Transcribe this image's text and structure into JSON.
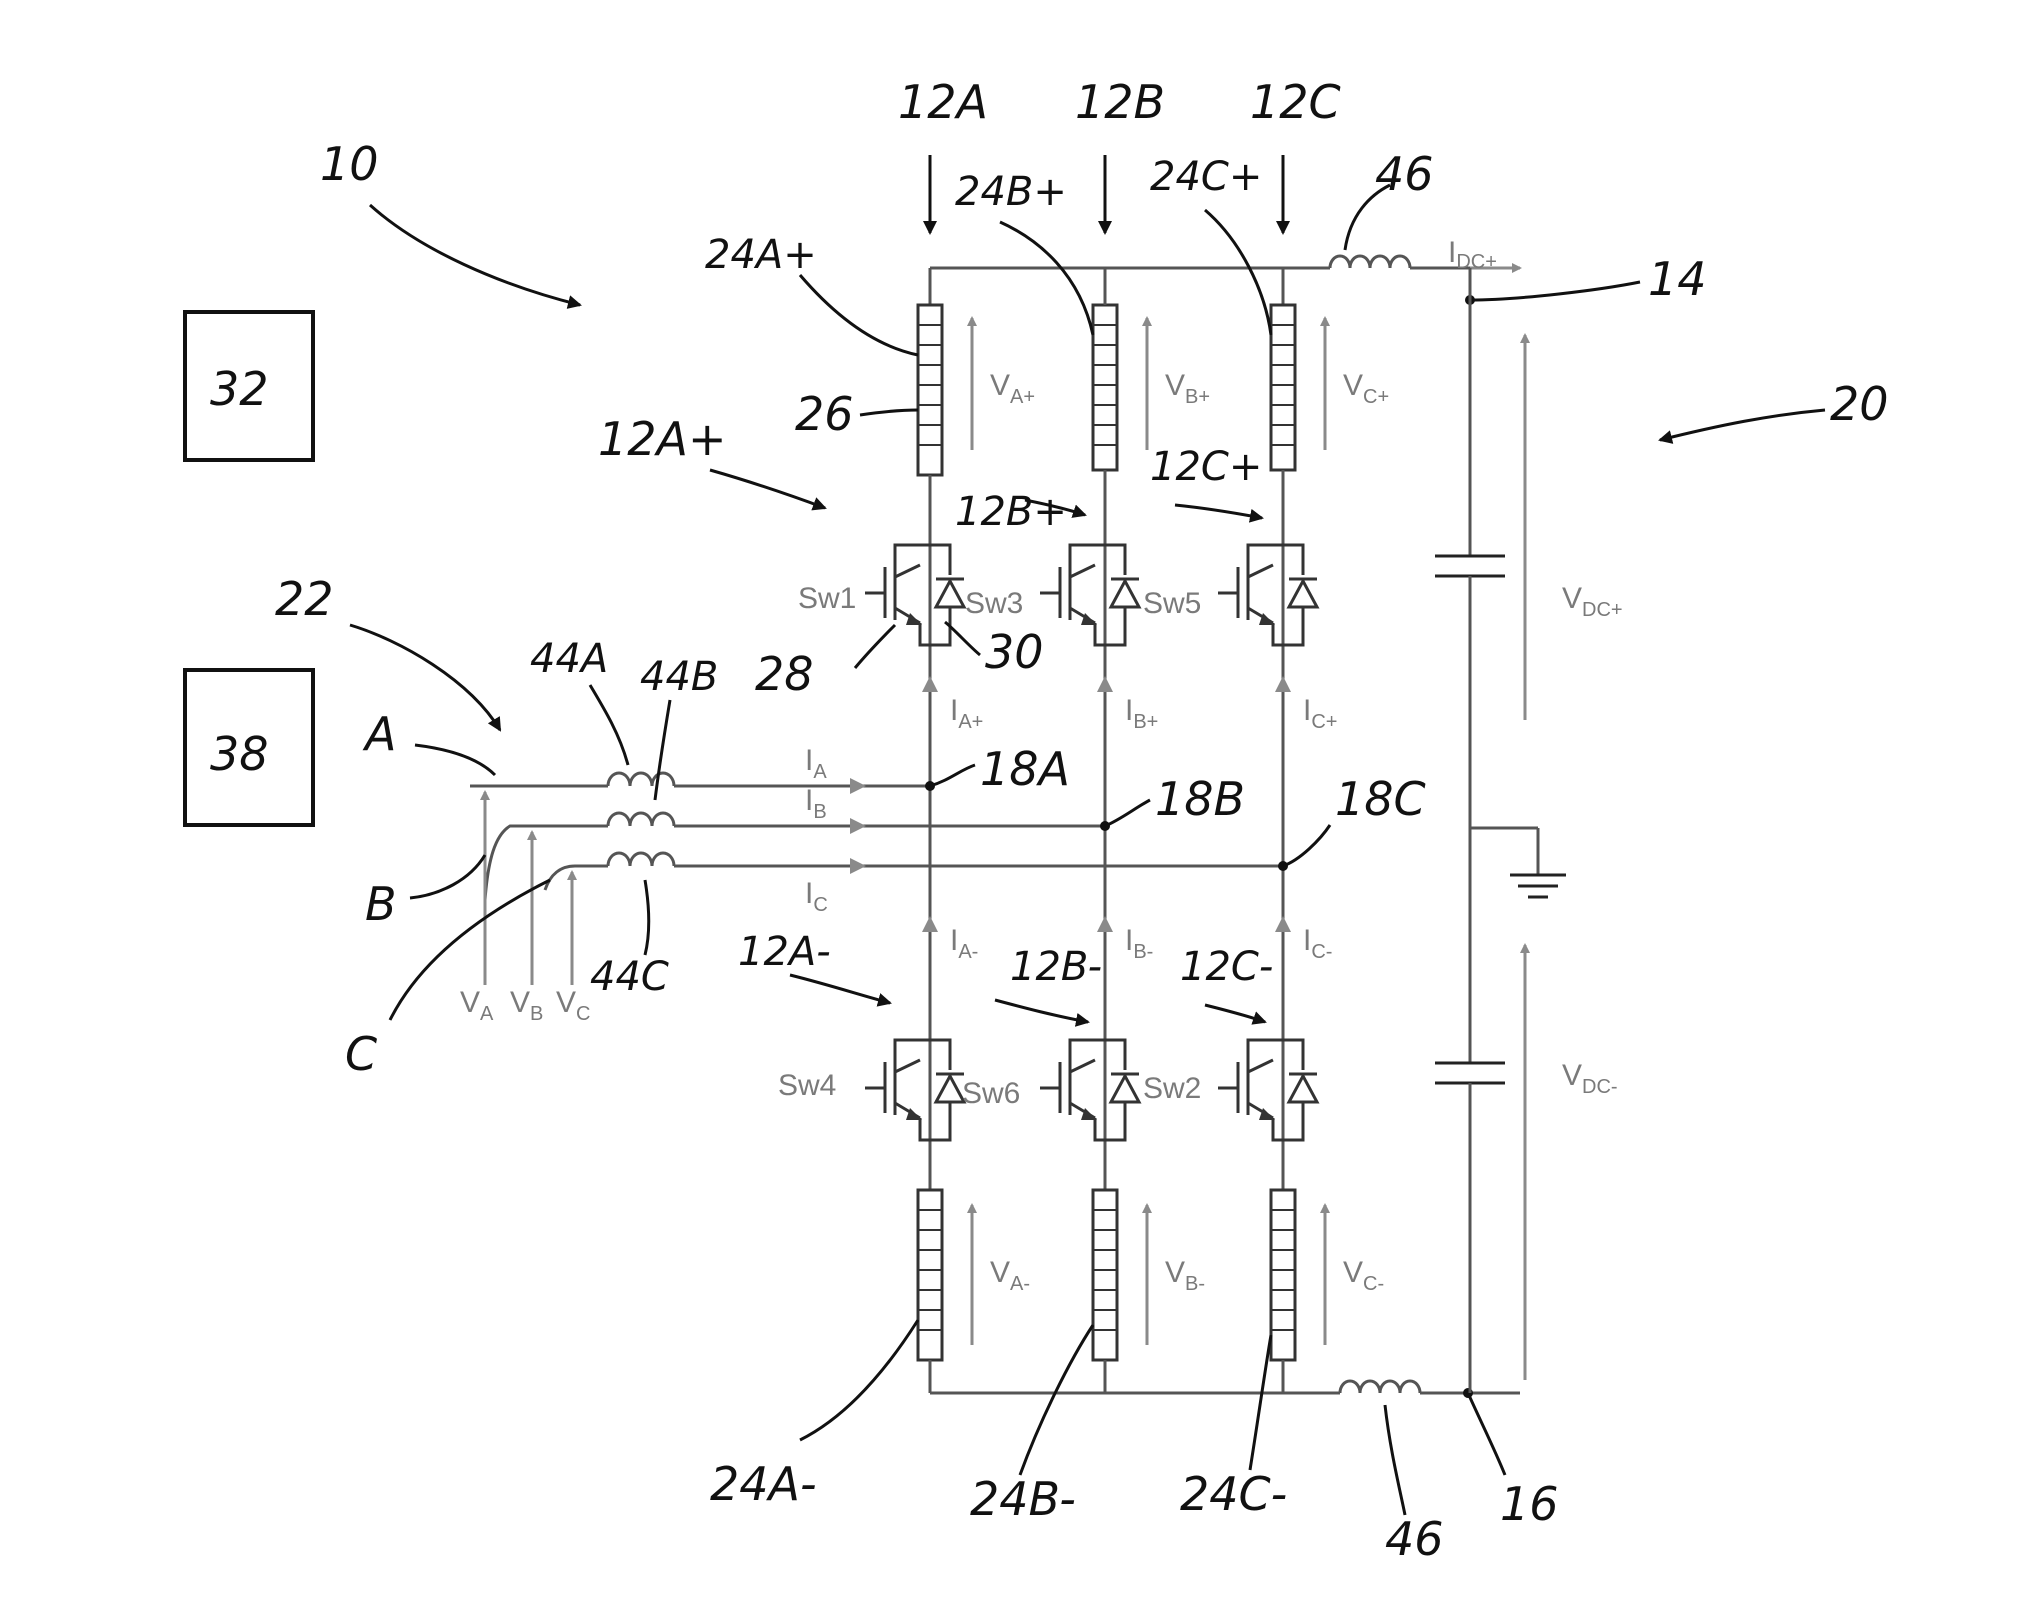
{
  "figure": {
    "ref_labels": {
      "system": "10",
      "leg_a": "12A",
      "leg_b": "12B",
      "leg_c": "12C",
      "leg_a_plus": "12A+",
      "leg_b_plus": "12B+",
      "leg_c_plus": "12C+",
      "leg_a_minus": "12A-",
      "leg_b_minus": "12B-",
      "leg_c_minus": "12C-",
      "stack_a_plus": "24A+",
      "stack_b_plus": "24B+",
      "stack_c_plus": "24C+",
      "stack_a_minus": "24A-",
      "stack_b_minus": "24B-",
      "stack_c_minus": "24C-",
      "cell": "26",
      "switch": "28",
      "diode": "30",
      "box_upper": "32",
      "box_lower": "38",
      "node_dc_plus": "14",
      "node_dc_minus": "16",
      "node_a": "18A",
      "node_b": "18B",
      "node_c": "18C",
      "dc_side": "20",
      "ac_side": "22",
      "inductor_a": "44A",
      "inductor_b": "44B",
      "inductor_c": "44C",
      "dc_inductor_top": "46",
      "dc_inductor_bottom": "46",
      "phase_a": "A",
      "phase_b": "B",
      "phase_c": "C"
    },
    "switches": {
      "sw1": "Sw1",
      "sw2": "Sw2",
      "sw3": "Sw3",
      "sw4": "Sw4",
      "sw5": "Sw5",
      "sw6": "Sw6"
    },
    "signals": {
      "va_plus": {
        "main": "V",
        "sub": "A+"
      },
      "vb_plus": {
        "main": "V",
        "sub": "B+"
      },
      "vc_plus": {
        "main": "V",
        "sub": "C+"
      },
      "va_minus": {
        "main": "V",
        "sub": "A-"
      },
      "vb_minus": {
        "main": "V",
        "sub": "B-"
      },
      "vc_minus": {
        "main": "V",
        "sub": "C-"
      },
      "ia_plus": {
        "main": "I",
        "sub": "A+"
      },
      "ib_plus": {
        "main": "I",
        "sub": "B+"
      },
      "ic_plus": {
        "main": "I",
        "sub": "C+"
      },
      "ia_minus": {
        "main": "I",
        "sub": "A-"
      },
      "ib_minus": {
        "main": "I",
        "sub": "B-"
      },
      "ic_minus": {
        "main": "I",
        "sub": "C-"
      },
      "ia": {
        "main": "I",
        "sub": "A"
      },
      "ib": {
        "main": "I",
        "sub": "B"
      },
      "ic": {
        "main": "I",
        "sub": "C"
      },
      "va": {
        "main": "V",
        "sub": "A"
      },
      "vb": {
        "main": "V",
        "sub": "B"
      },
      "vc": {
        "main": "V",
        "sub": "C"
      },
      "idc_plus": {
        "main": "I",
        "sub": "DC+"
      },
      "vdc_plus": {
        "main": "V",
        "sub": "DC+"
      },
      "vdc_minus": {
        "main": "V",
        "sub": "DC-"
      }
    },
    "colors": {
      "ink": "#111111",
      "wire": "#555555",
      "annotation": "#8a8a8a"
    }
  }
}
